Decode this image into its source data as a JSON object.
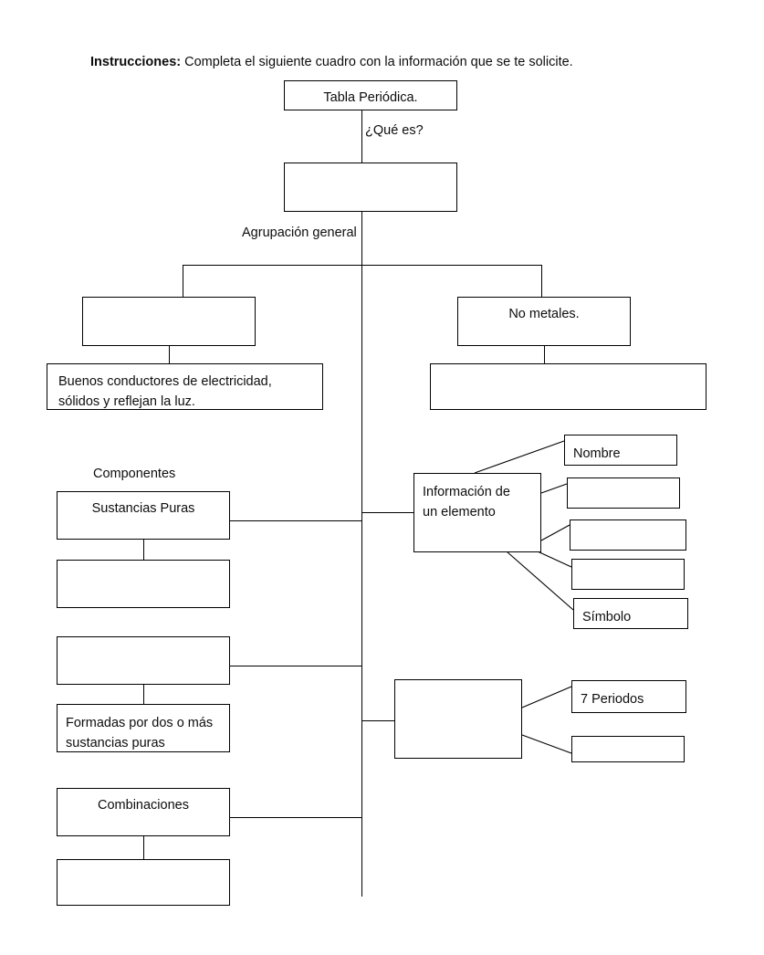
{
  "instructions": {
    "lead": "Instrucciones:",
    "text": " Completa el siguiente cuadro con la información que se te solicite."
  },
  "captions": {
    "que_es": "¿Qué es?",
    "agrupacion_general": "Agrupación general",
    "componentes": "Componentes"
  },
  "boxes": {
    "title": "Tabla Periódica.",
    "definition": "",
    "metales": "",
    "metales_props": "Buenos conductores  de electricidad,\nsólidos y reflejan la luz.",
    "no_metales": "No metales.",
    "no_metales_props": "",
    "sustancias_puras": "Sustancias Puras",
    "sustancias_puras_child": "",
    "mezclas": "",
    "mezclas_desc": "Formadas por dos o más\nsustancias puras",
    "combinaciones": "Combinaciones",
    "combinaciones_child": "",
    "info_elemento": "Información de\nun elemento",
    "info_1": "Nombre",
    "info_2": "",
    "info_3": "",
    "info_4": "",
    "info_5": "Símbolo",
    "organizacion": "",
    "periodos": "7 Periodos",
    "grupos": ""
  },
  "colors": {
    "stroke": "#000000",
    "text": "#0d0d0d",
    "background": "#ffffff"
  }
}
